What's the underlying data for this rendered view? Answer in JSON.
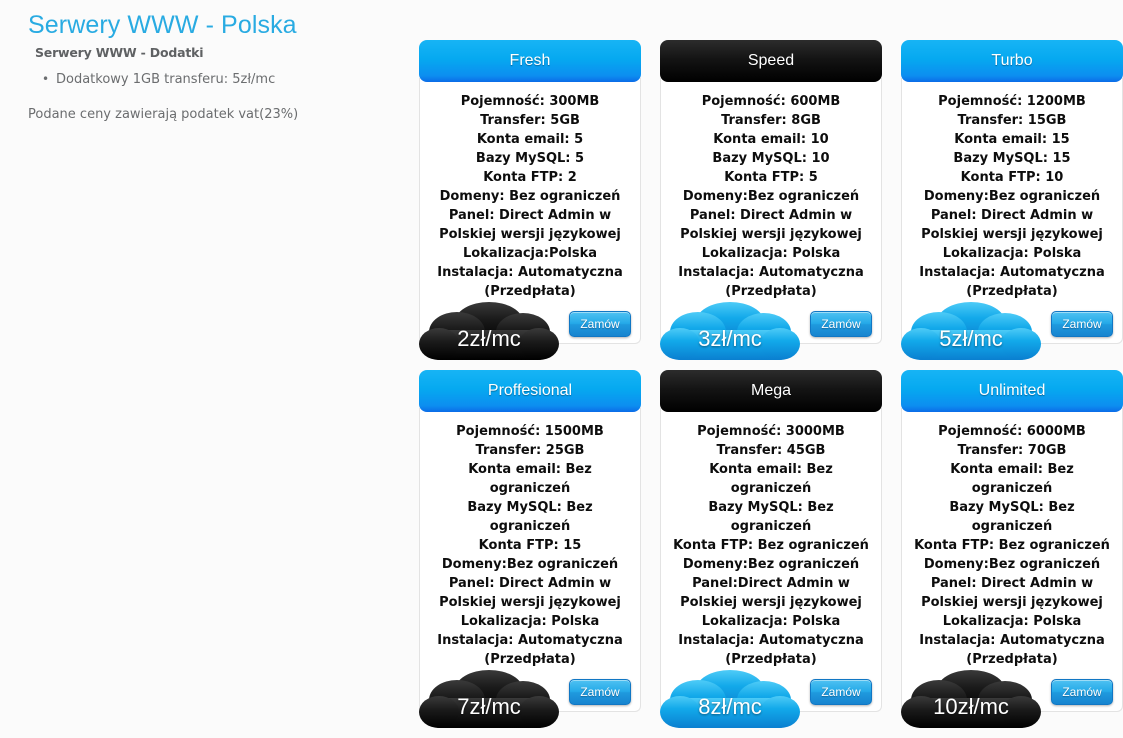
{
  "header": {
    "title": "Serwery WWW - Polska",
    "subtitle": "Serwery WWW - Dodatki",
    "addons": [
      "Dodatkowy 1GB transferu: 5zł/mc"
    ],
    "vat_note": "Podane ceny zawierają podatek vat(23%)",
    "accent_color": "#29abe2"
  },
  "order_label": "Zamów",
  "colors": {
    "blue_header": "#06a9f0",
    "black_header": "#141414",
    "cloud_blue": "#0fa6e8",
    "cloud_black": "#121212",
    "page_background": "#fbfbfb"
  },
  "plans": [
    {
      "name": "Fresh",
      "theme": "blue",
      "cloud_theme": "black",
      "price": "2zł/mc",
      "specs": [
        "Pojemność: 300MB",
        "Transfer: 5GB",
        "Konta email: 5",
        "Bazy MySQL: 5",
        "Konta FTP: 2",
        "Domeny: Bez ograniczeń",
        "Panel: Direct Admin w Polskiej wersji językowej",
        "Lokalizacja:Polska",
        "Instalacja: Automatyczna (Przedpłata)"
      ]
    },
    {
      "name": "Speed",
      "theme": "black",
      "cloud_theme": "blue",
      "price": "3zł/mc",
      "specs": [
        "Pojemność: 600MB",
        "Transfer: 8GB",
        "Konta email: 10",
        "Bazy MySQL: 10",
        "Konta FTP: 5",
        "Domeny:Bez ograniczeń",
        "Panel: Direct Admin w Polskiej wersji językowej",
        "Lokalizacja: Polska",
        "Instalacja: Automatyczna (Przedpłata)"
      ]
    },
    {
      "name": "Turbo",
      "theme": "blue",
      "cloud_theme": "blue",
      "price": "5zł/mc",
      "specs": [
        "Pojemność: 1200MB",
        "Transfer: 15GB",
        "Konta email: 15",
        "Bazy MySQL: 15",
        "Konta FTP: 10",
        "Domeny:Bez ograniczeń",
        "Panel: Direct Admin w Polskiej wersji językowej",
        "Lokalizacja: Polska",
        "Instalacja: Automatyczna (Przedpłata)"
      ]
    },
    {
      "name": "Proffesional",
      "theme": "blue",
      "cloud_theme": "black",
      "price": "7zł/mc",
      "specs": [
        "Pojemność: 1500MB",
        "Transfer: 25GB",
        "Konta email: Bez ograniczeń",
        "Bazy MySQL: Bez ograniczeń",
        "Konta FTP: 15",
        "Domeny:Bez ograniczeń",
        "Panel: Direct Admin w Polskiej wersji językowej",
        "Lokalizacja: Polska",
        "Instalacja: Automatyczna (Przedpłata)"
      ]
    },
    {
      "name": "Mega",
      "theme": "black",
      "cloud_theme": "blue",
      "price": "8zł/mc",
      "specs": [
        "Pojemność: 3000MB",
        "Transfer: 45GB",
        "Konta email: Bez ograniczeń",
        "Bazy MySQL: Bez ograniczeń",
        "Konta FTP: Bez ograniczeń",
        "Domeny:Bez ograniczeń",
        "Panel:Direct Admin w Polskiej wersji językowej",
        "Lokalizacja: Polska",
        "Instalacja: Automatyczna (Przedpłata)"
      ]
    },
    {
      "name": "Unlimited",
      "theme": "blue",
      "cloud_theme": "black",
      "price": "10zł/mc",
      "specs": [
        "Pojemność: 6000MB",
        "Transfer: 70GB",
        "Konta email: Bez ograniczeń",
        "Bazy MySQL: Bez ograniczeń",
        "Konta FTP: Bez ograniczeń",
        "Domeny:Bez ograniczeń",
        "Panel: Direct Admin w Polskiej wersji językowej",
        "Lokalizacja: Polska",
        "Instalacja: Automatyczna (Przedpłata)"
      ]
    }
  ]
}
